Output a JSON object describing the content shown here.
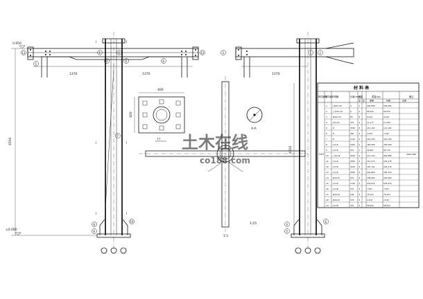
{
  "watermark": {
    "cn": "土木在线",
    "en": "co188.com"
  },
  "left_frame": {
    "level_top": "3.950",
    "level_base": "±0.000",
    "height_dim": "4500",
    "span_left": "1370",
    "span_right": "1370",
    "section_mark": "I",
    "callouts": [
      "1",
      "2",
      "3",
      "4",
      "5",
      "6",
      "7",
      "8",
      "9",
      "10",
      "11",
      "12"
    ]
  },
  "base_plate": {
    "width_dim": "400",
    "height_dim": "400",
    "label": "I-I"
  },
  "right_frame": {
    "span": "1370",
    "height_dim": "4500",
    "callouts": [
      "1",
      "2",
      "3",
      "4",
      "5",
      "6"
    ]
  },
  "pin_detail": {
    "label": "A-A"
  },
  "cross_plan": {
    "label": "1:1",
    "scale_note": "1:25"
  },
  "material_table": {
    "title": "材 料 表",
    "headers_top": [
      "构件编号",
      "零件编号",
      "规格",
      "长度(mm)",
      "数量",
      "重量(kg)",
      "备注"
    ],
    "headers_sub": [
      "正",
      "反",
      "单重",
      "共重",
      "总重"
    ],
    "rows": [
      [
        "1",
        "□200×10",
        "4",
        "1",
        "296.858",
        "296.085"
      ],
      [
        "2",
        "-□150×10",
        "6",
        "2",
        "99.910",
        "99.910"
      ],
      [
        "3",
        "-Φ16×10",
        "80",
        "8",
        "9.019",
        "9.019"
      ],
      [
        "4",
        "-16×16",
        "376",
        "4",
        "12.173",
        "17.692"
      ],
      [
        "5",
        "-8",
        "3536",
        "4",
        "114.165",
        "114.165"
      ],
      [
        "6",
        "-8",
        "380",
        "4",
        "4.018",
        "7.930"
      ],
      [
        "7",
        "-8",
        "1740",
        "2",
        "224.290",
        "224.290"
      ],
      [
        "8",
        "-10×6",
        "1250",
        "2",
        "784.999",
        "784.999"
      ],
      [
        "9",
        "-10×6",
        "370",
        "1",
        "44.867",
        "89.734"
      ],
      [
        "10",
        "-□10×8",
        "3230",
        "4",
        "217.334",
        "869.888"
      ],
      [
        "11",
        "-10×8",
        "3350",
        "4",
        "151.570",
        "293.478"
      ],
      [
        "12",
        "-10×8",
        "3230",
        "4",
        "150.142",
        "293.478"
      ],
      [
        "13",
        "-10×8",
        "3350",
        "4",
        "149.665",
        "295.330"
      ],
      [
        "14",
        "-Φ16×8",
        "210",
        "4",
        "106.666",
        "226.666"
      ],
      [
        "15",
        "-10×8",
        "1376",
        "4",
        "234.876",
        "236.876"
      ],
      [
        "16",
        "-12×8",
        "376",
        "4",
        "7.837",
        "7.837"
      ],
      [
        "17",
        "-Φ16×8",
        "160",
        "4",
        "75.434",
        "75.434"
      ],
      [
        "18",
        "-Φ16×8",
        "378",
        "4",
        "2.516",
        "2.516"
      ],
      [
        "19",
        "-10×8",
        "370",
        "4",
        "58.632",
        "58.632"
      ]
    ],
    "total_weight": "4862.960",
    "member_no": "GZ1"
  }
}
